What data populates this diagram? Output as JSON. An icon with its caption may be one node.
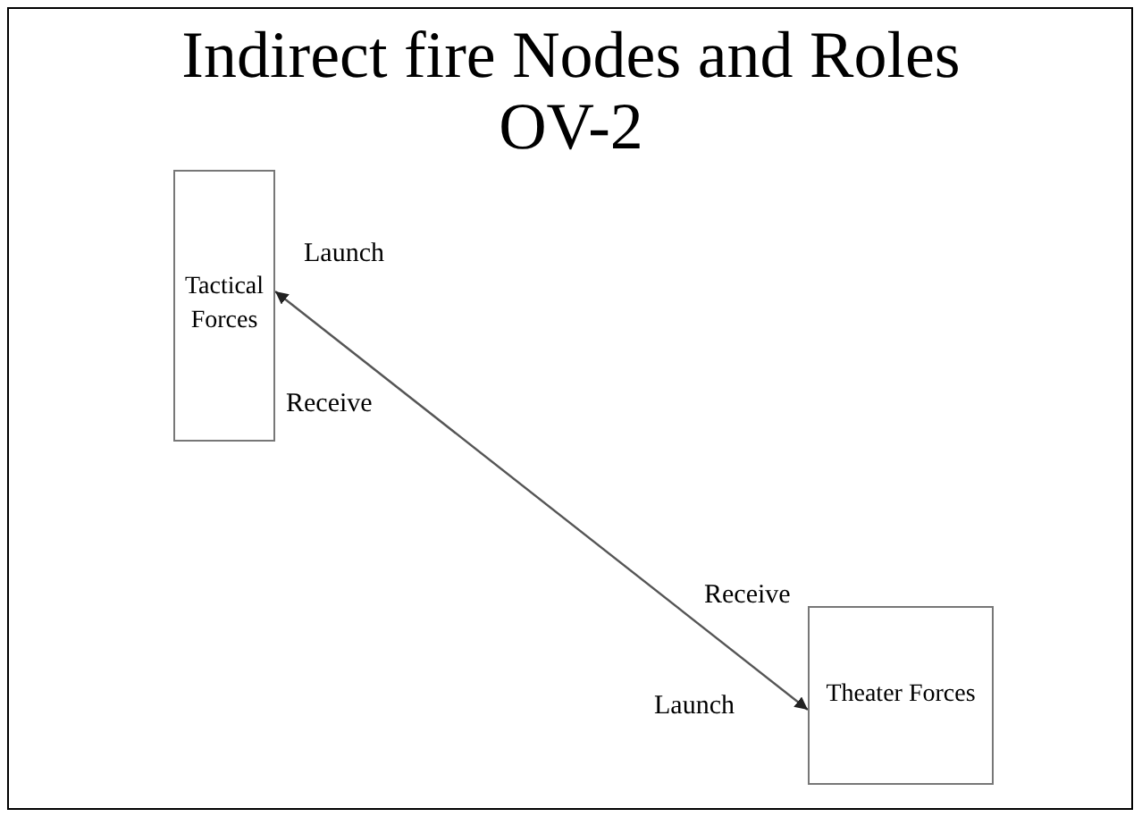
{
  "diagram": {
    "title": "Indirect fire Nodes and Roles OV-2",
    "nodes": [
      {
        "text": [
          "Tactical Forces"
        ]
      },
      {
        "text": [
          "Theater Forces"
        ]
      }
    ],
    "edges": [
      {
        "from": 0,
        "to": 1,
        "arrow": "both"
      }
    ],
    "labels": [
      "Launch",
      "Receive",
      "Receive",
      "Launch"
    ]
  }
}
